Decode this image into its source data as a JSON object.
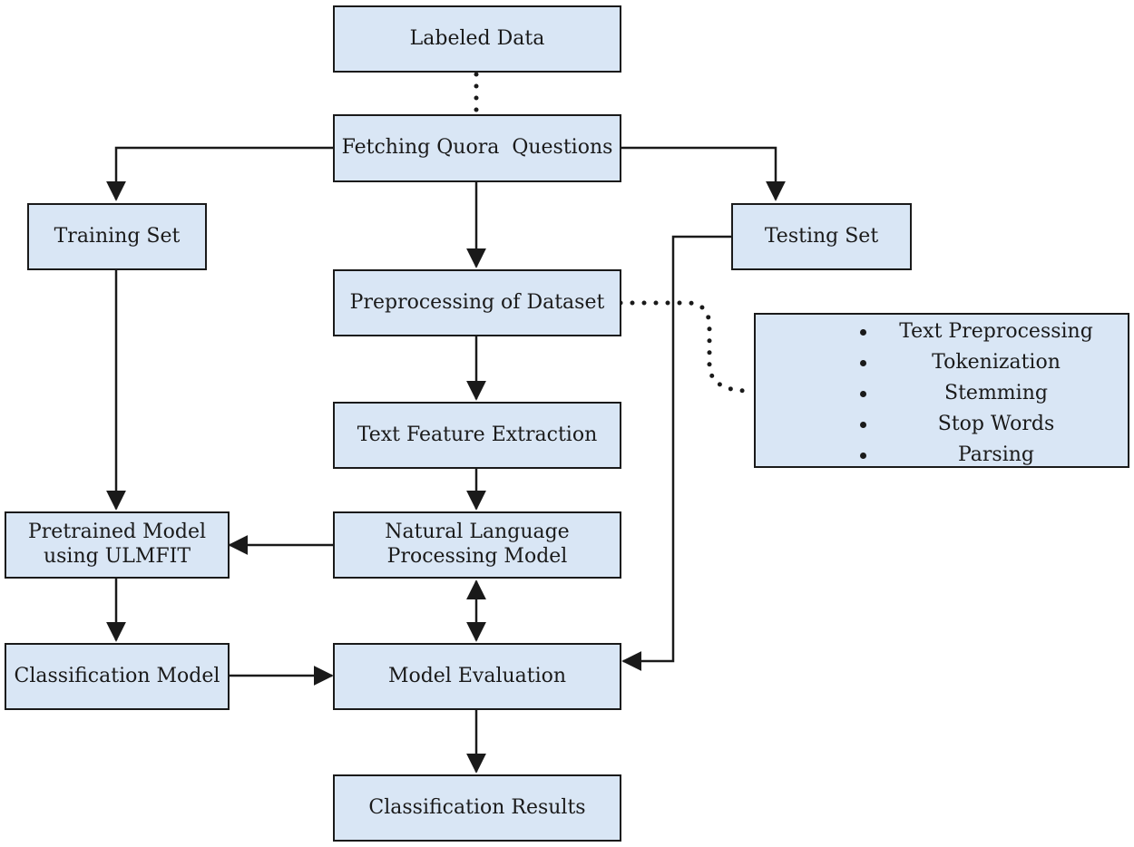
{
  "nodes": {
    "labeled_data": "Labeled Data",
    "fetching": "Fetching Quora  Questions",
    "training_set": "Training Set",
    "testing_set": "Testing Set",
    "preprocessing": "Preprocessing of Dataset",
    "text_feature": "Text Feature Extraction",
    "nlp_model": [
      "Natural Language",
      "Processing Model"
    ],
    "pretrained": [
      "Pretrained Model",
      "using ULMFIT"
    ],
    "classification_model": "Classification Model",
    "model_evaluation": "Model Evaluation",
    "classification_results": "Classification Results"
  },
  "preprocessing_steps": [
    "Text Preprocessing",
    "Tokenization",
    "Stemming",
    "Stop Words",
    "Parsing"
  ],
  "colors": {
    "box_fill": "#d9e6f5",
    "stroke": "#1a1a1a"
  }
}
